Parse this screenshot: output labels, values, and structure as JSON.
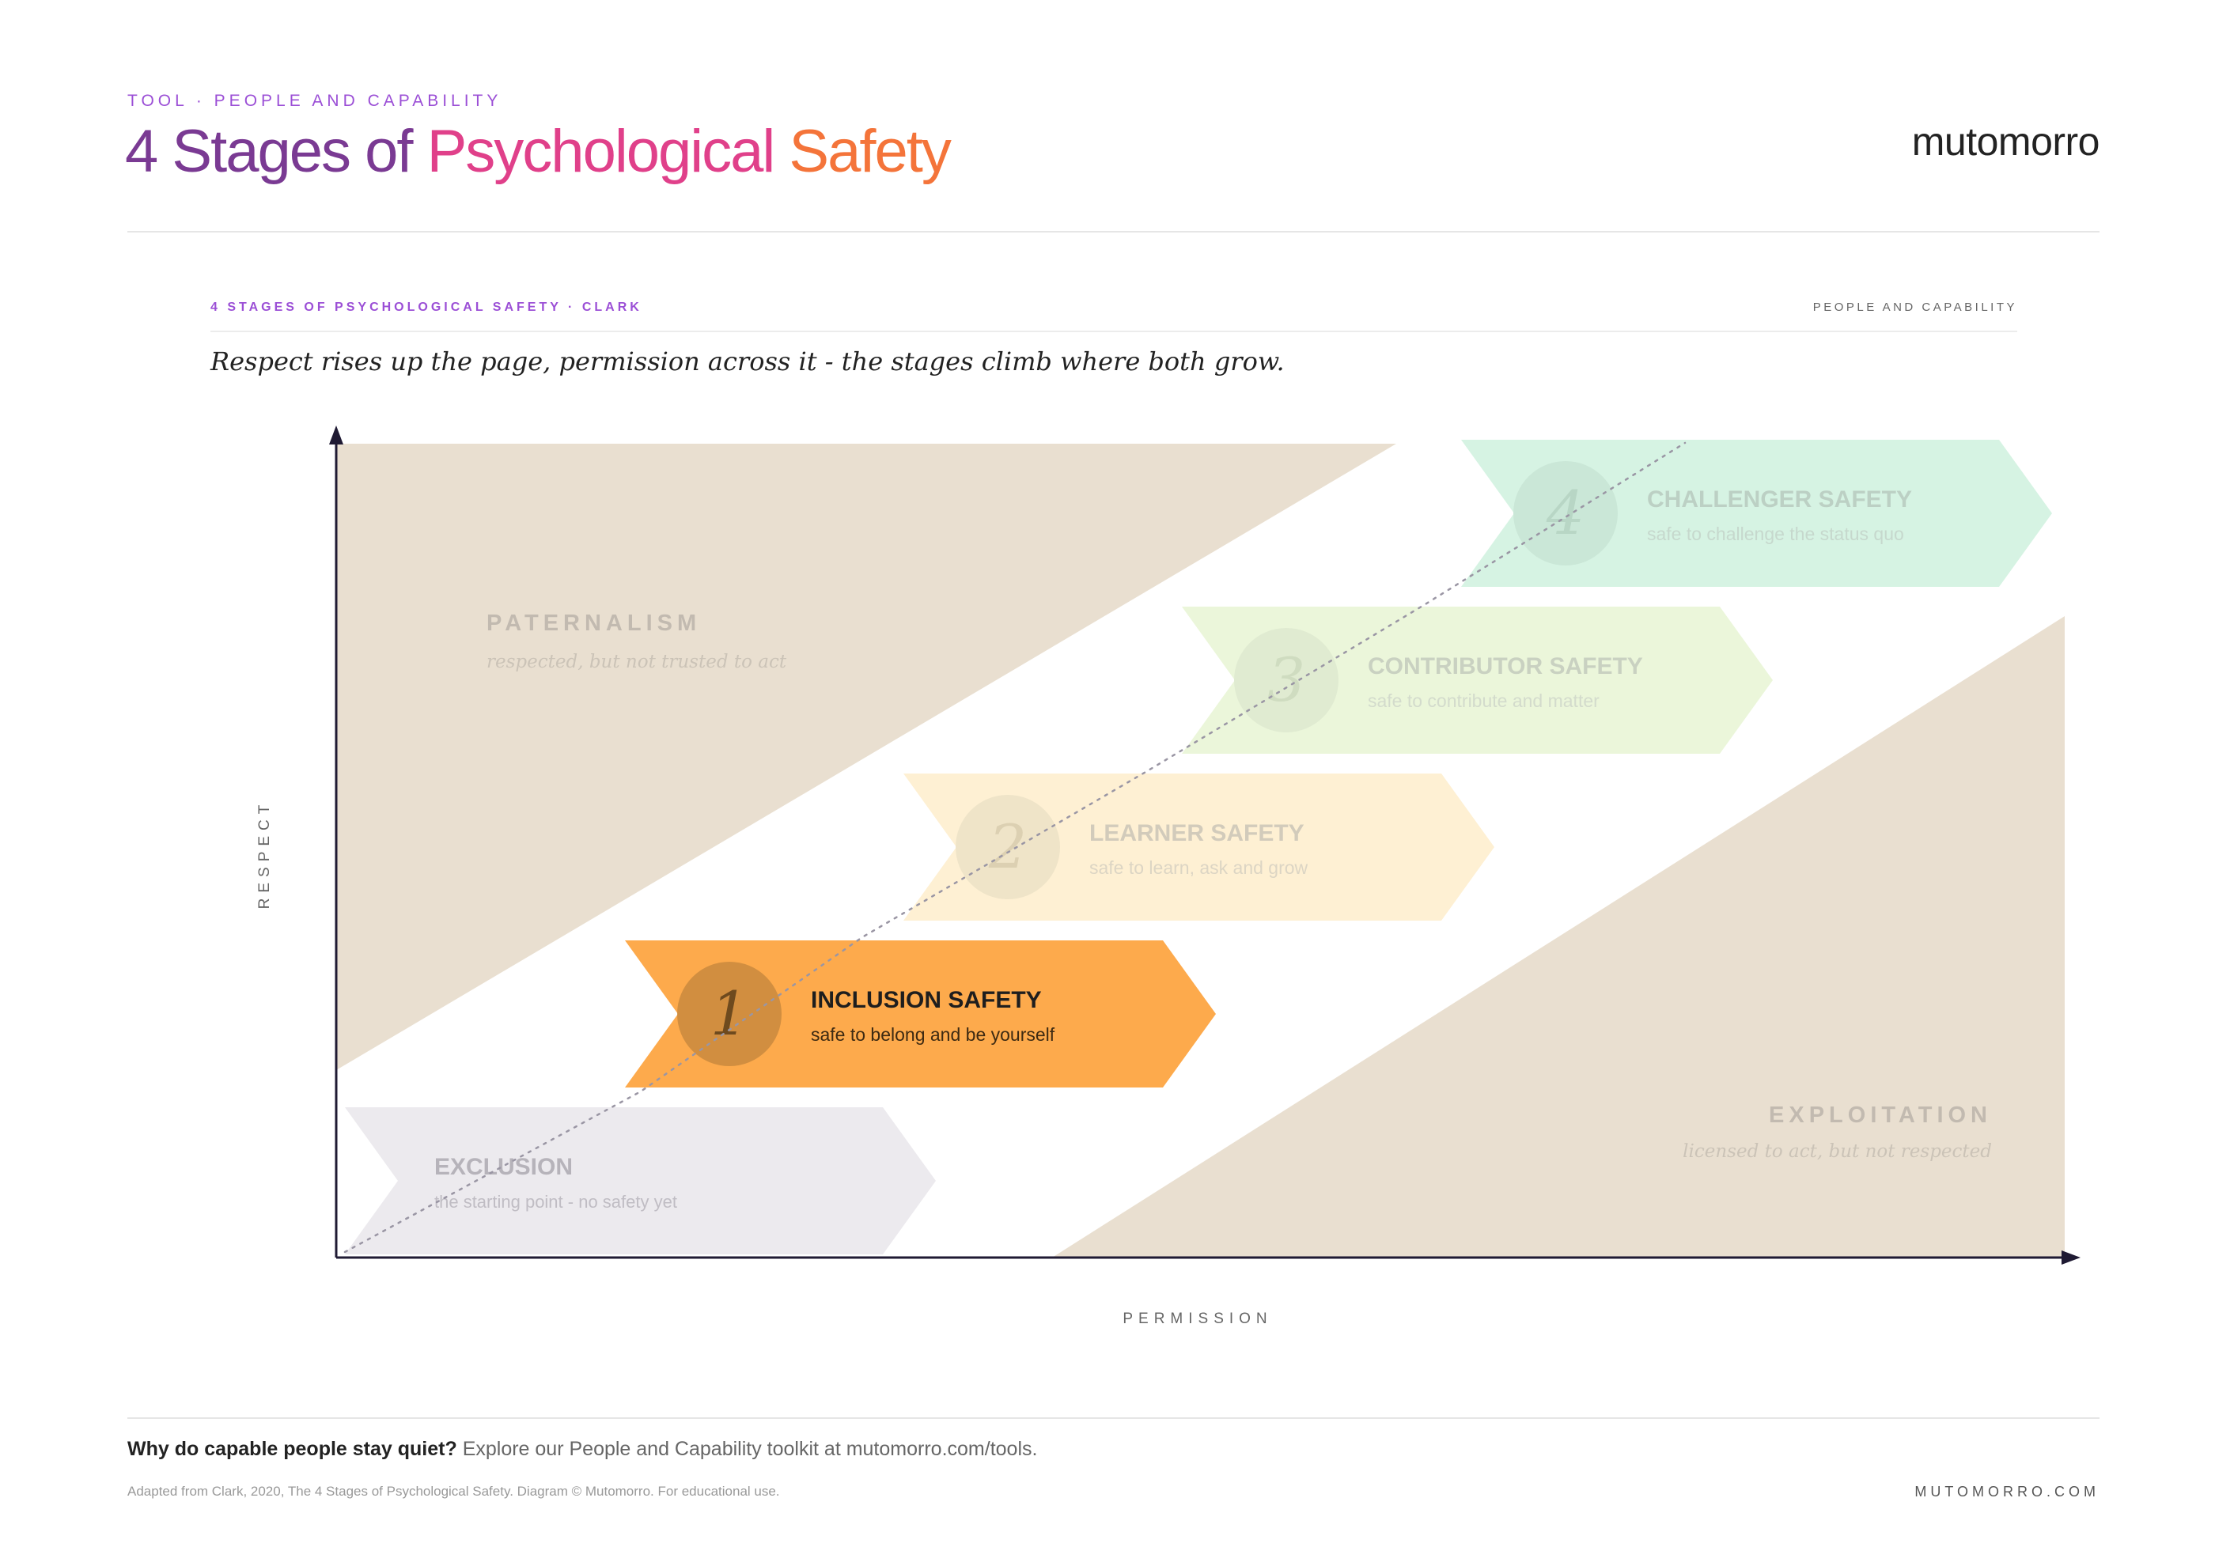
{
  "header": {
    "eyebrow": "TOOL · PEOPLE AND CAPABILITY",
    "title_parts": [
      "4 Stages of ",
      "Psychological ",
      "Safety"
    ],
    "logo": "mutomorro"
  },
  "card": {
    "label": "4 STAGES OF PSYCHOLOGICAL SAFETY · CLARK",
    "label_right": "PEOPLE AND CAPABILITY",
    "subtitle": "Respect rises up the page, permission across it - the stages climb where both grow."
  },
  "axes": {
    "y": "RESPECT",
    "x": "PERMISSION"
  },
  "zones": {
    "paternalism": {
      "name": "PATERNALISM",
      "desc": "respected, but not trusted to act"
    },
    "exploitation": {
      "name": "EXPLOITATION",
      "desc": "licensed to act, but not respected"
    }
  },
  "exclusion": {
    "title": "EXCLUSION",
    "desc": "the starting point - no safety yet"
  },
  "stages": [
    {
      "number": "1",
      "title": "INCLUSION SAFETY",
      "desc": "safe to belong and be yourself",
      "active": true
    },
    {
      "number": "2",
      "title": "LEARNER SAFETY",
      "desc": "safe to learn, ask and grow",
      "active": false
    },
    {
      "number": "3",
      "title": "CONTRIBUTOR SAFETY",
      "desc": "safe to contribute and matter",
      "active": false
    },
    {
      "number": "4",
      "title": "CHALLENGER SAFETY",
      "desc": "safe to challenge the status quo",
      "active": false
    }
  ],
  "colors": {
    "zone": "#e9dfd0",
    "exclusion": "#eceaee",
    "stage1": "#fdaa4c",
    "stage2": "#fef0d3",
    "stage3": "#ebf6da",
    "stage4": "#d6f3e3",
    "accent_purple": "#9b4fd6",
    "title_gradient": [
      "#7a3a93",
      "#e53f86",
      "#f57a34"
    ]
  },
  "footer": {
    "question": "Why do capable people stay quiet?",
    "text": " Explore our People and Capability toolkit at mutomorro.com/tools.",
    "credit": "Adapted from Clark, 2020, The 4 Stages of Psychological Safety. Diagram © Mutomorro. For educational use.",
    "site": "MUTOMORRO.COM"
  }
}
